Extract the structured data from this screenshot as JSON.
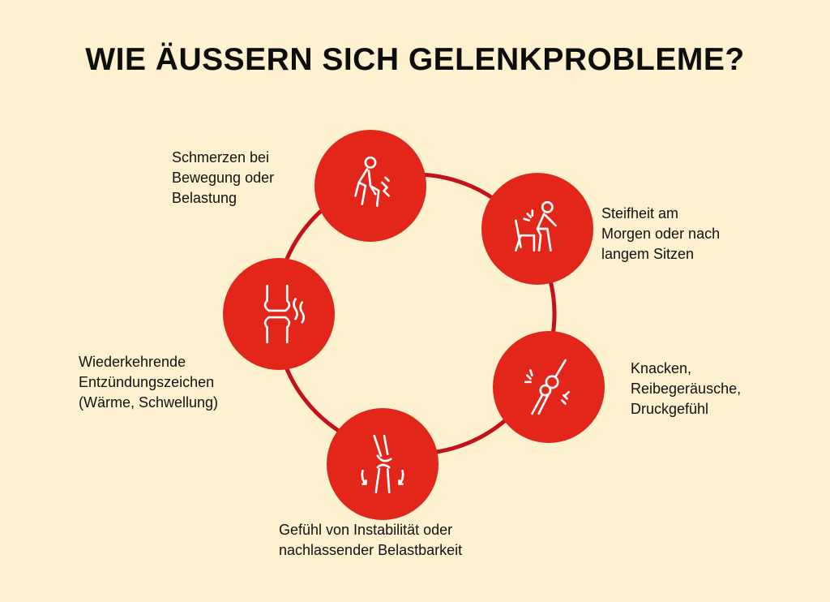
{
  "title": "WIE ÄUSSERN SICH GELENKPROBLEME?",
  "colors": {
    "background": "#fdf1cf",
    "node": "#e2261a",
    "ring": "#c4121b",
    "icon_stroke": "#ffffff"
  },
  "items": [
    {
      "icon": "knee-pain-person-icon",
      "lines": [
        "Schmerzen bei",
        "Bewegung oder",
        "Belastung"
      ]
    },
    {
      "icon": "stiff-person-chair-icon",
      "lines": [
        "Steifheit am",
        "Morgen oder nach",
        "langem Sitzen"
      ]
    },
    {
      "icon": "cracking-joint-icon",
      "lines": [
        "Knacken,",
        "Reibegeräusche,",
        "Druckgefühl"
      ]
    },
    {
      "icon": "unstable-knee-icon",
      "lines": [
        "Gefühl von Instabilität oder",
        "nachlassender Belastbarkeit"
      ]
    },
    {
      "icon": "inflamed-joint-icon",
      "lines": [
        "Wiederkehrende",
        "Entzündungszeichen",
        "(Wärme, Schwellung)"
      ]
    }
  ]
}
